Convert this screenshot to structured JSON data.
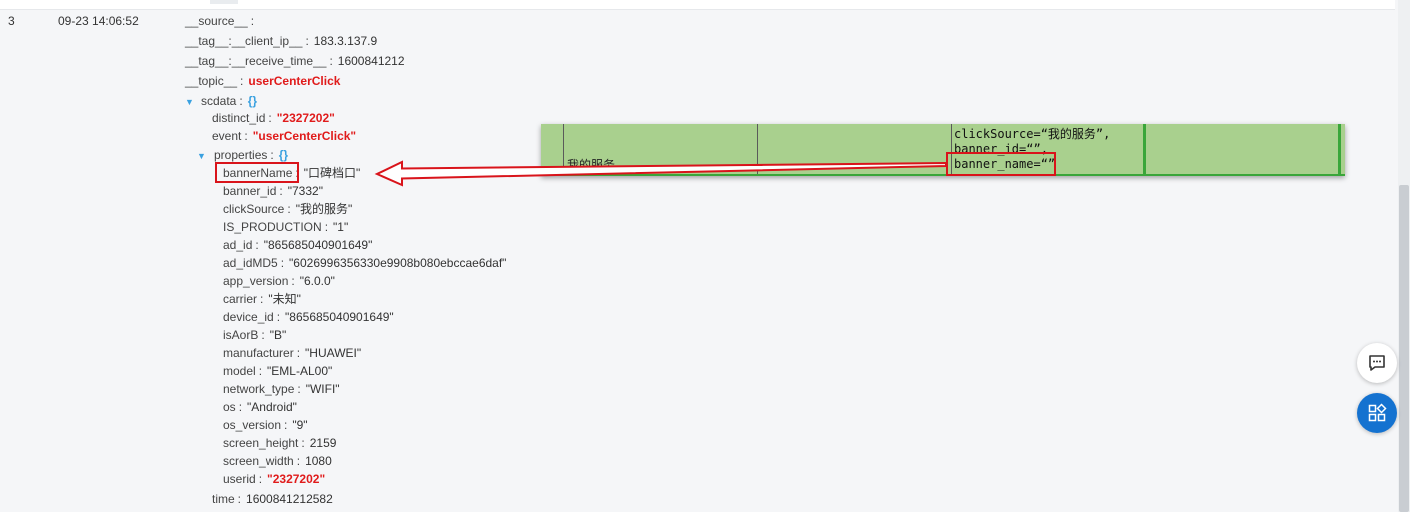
{
  "row": {
    "index": "3",
    "time": "09-23 14:06:52"
  },
  "fields": {
    "source": {
      "key": "__source__",
      "value": ""
    },
    "client_ip": {
      "key": "__tag__:__client_ip__",
      "value": "183.3.137.9"
    },
    "receive_time": {
      "key": "__tag__:__receive_time__",
      "value": "1600841212"
    },
    "topic": {
      "key": "__topic__",
      "value": "userCenterClick"
    },
    "scdata": {
      "key": "scdata",
      "brace": "{}"
    },
    "distinct_id": {
      "key": "distinct_id",
      "value": "\"2327202\""
    },
    "event": {
      "key": "event",
      "value": "\"userCenterClick\""
    },
    "properties": {
      "key": "properties",
      "brace": "{}"
    },
    "bannerName": {
      "key": "bannerName",
      "value": "\"口碑档口\""
    },
    "banner_id": {
      "key": "banner_id",
      "value": "\"7332\""
    },
    "clickSource": {
      "key": "clickSource",
      "value": "\"我的服务\""
    },
    "IS_PRODUCTION": {
      "key": "IS_PRODUCTION",
      "value": "\"1\""
    },
    "ad_id": {
      "key": "ad_id",
      "value": "\"865685040901649\""
    },
    "ad_idMD5": {
      "key": "ad_idMD5",
      "value": "\"6026996356330e9908b080ebccae6daf\""
    },
    "app_version": {
      "key": "app_version",
      "value": "\"6.0.0\""
    },
    "carrier": {
      "key": "carrier",
      "value": "\"未知\""
    },
    "device_id": {
      "key": "device_id",
      "value": "\"865685040901649\""
    },
    "isAorB": {
      "key": "isAorB",
      "value": "\"B\""
    },
    "manufacturer": {
      "key": "manufacturer",
      "value": "\"HUAWEI\""
    },
    "model": {
      "key": "model",
      "value": "\"EML-AL00\""
    },
    "network_type": {
      "key": "network_type",
      "value": "\"WIFI\""
    },
    "os": {
      "key": "os",
      "value": "\"Android\""
    },
    "os_version": {
      "key": "os_version",
      "value": "\"9\""
    },
    "screen_height": {
      "key": "screen_height",
      "value": "2159"
    },
    "screen_width": {
      "key": "screen_width",
      "value": "1080"
    },
    "userid": {
      "key": "userid",
      "value": "\"2327202\""
    },
    "time": {
      "key": "time",
      "value": "1600841212582"
    }
  },
  "excel": {
    "cell_label": "我的服务",
    "line1": "clickSource=“我的服务”,",
    "line2": "banner_id=“”,",
    "line3": "banner_name=“”",
    "line4": "...."
  },
  "icons": {
    "chat": "chat-bubble-icon",
    "apps": "apps-grid-icon"
  },
  "colors": {
    "highlight_red": "#d9141b",
    "value_red": "#e01b1b",
    "tree_blue": "#3aa1e0",
    "excel_green": "#a9d08e",
    "fab_blue": "#1472d0"
  }
}
